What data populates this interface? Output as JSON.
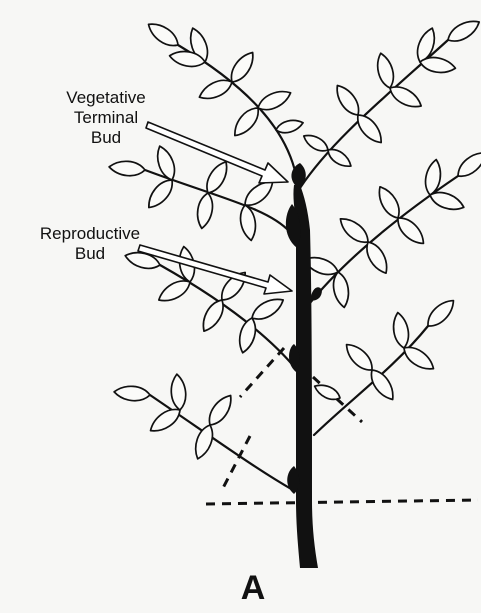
{
  "labels": {
    "vegetative_terminal_bud": [
      "Vegetative",
      "Terminal",
      "Bud"
    ],
    "reproductive_bud": [
      "Reproductive",
      "Bud"
    ]
  },
  "panel_letter": "A"
}
